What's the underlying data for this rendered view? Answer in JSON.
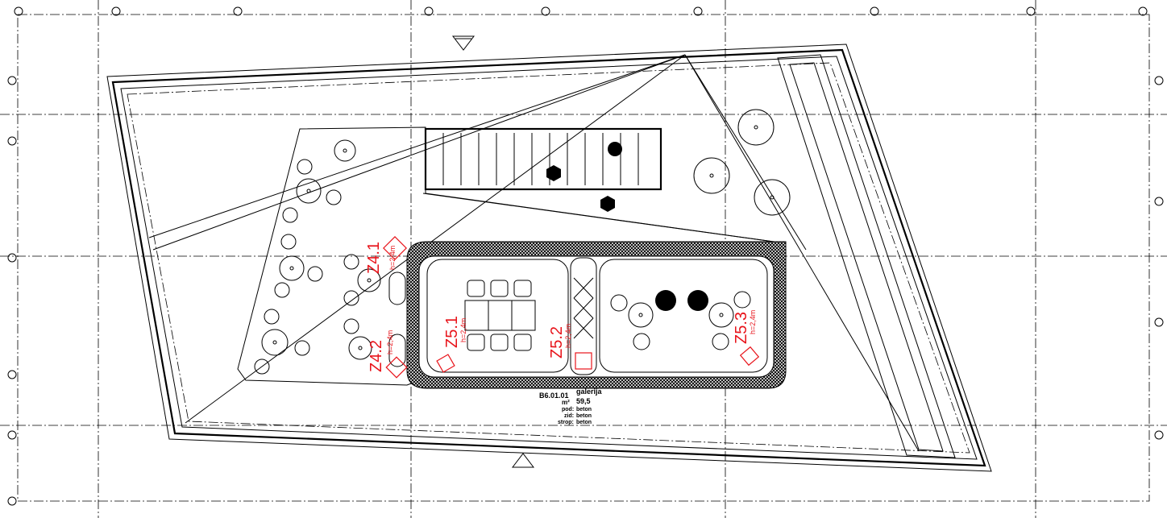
{
  "zones": [
    {
      "id": "Z4.1",
      "height": "h=2,4m"
    },
    {
      "id": "Z4.2",
      "height": "h=2,4m"
    },
    {
      "id": "Z5.1",
      "height": "h=2,4m"
    },
    {
      "id": "Z5.2",
      "height": "h=2,4m"
    },
    {
      "id": "Z5.3",
      "height": "h=2,4m"
    }
  ],
  "room_tag": {
    "number": "B6.01.01",
    "name": "galerija",
    "area_unit": "m²",
    "area": "59,5",
    "floor_label": "pod:",
    "floor": "beton",
    "wall_label": "zid:",
    "wall": "beton",
    "ceiling_label": "strop:",
    "ceiling": "beton"
  },
  "colors": {
    "zone_marker": "#e8141b",
    "line": "#000000"
  }
}
